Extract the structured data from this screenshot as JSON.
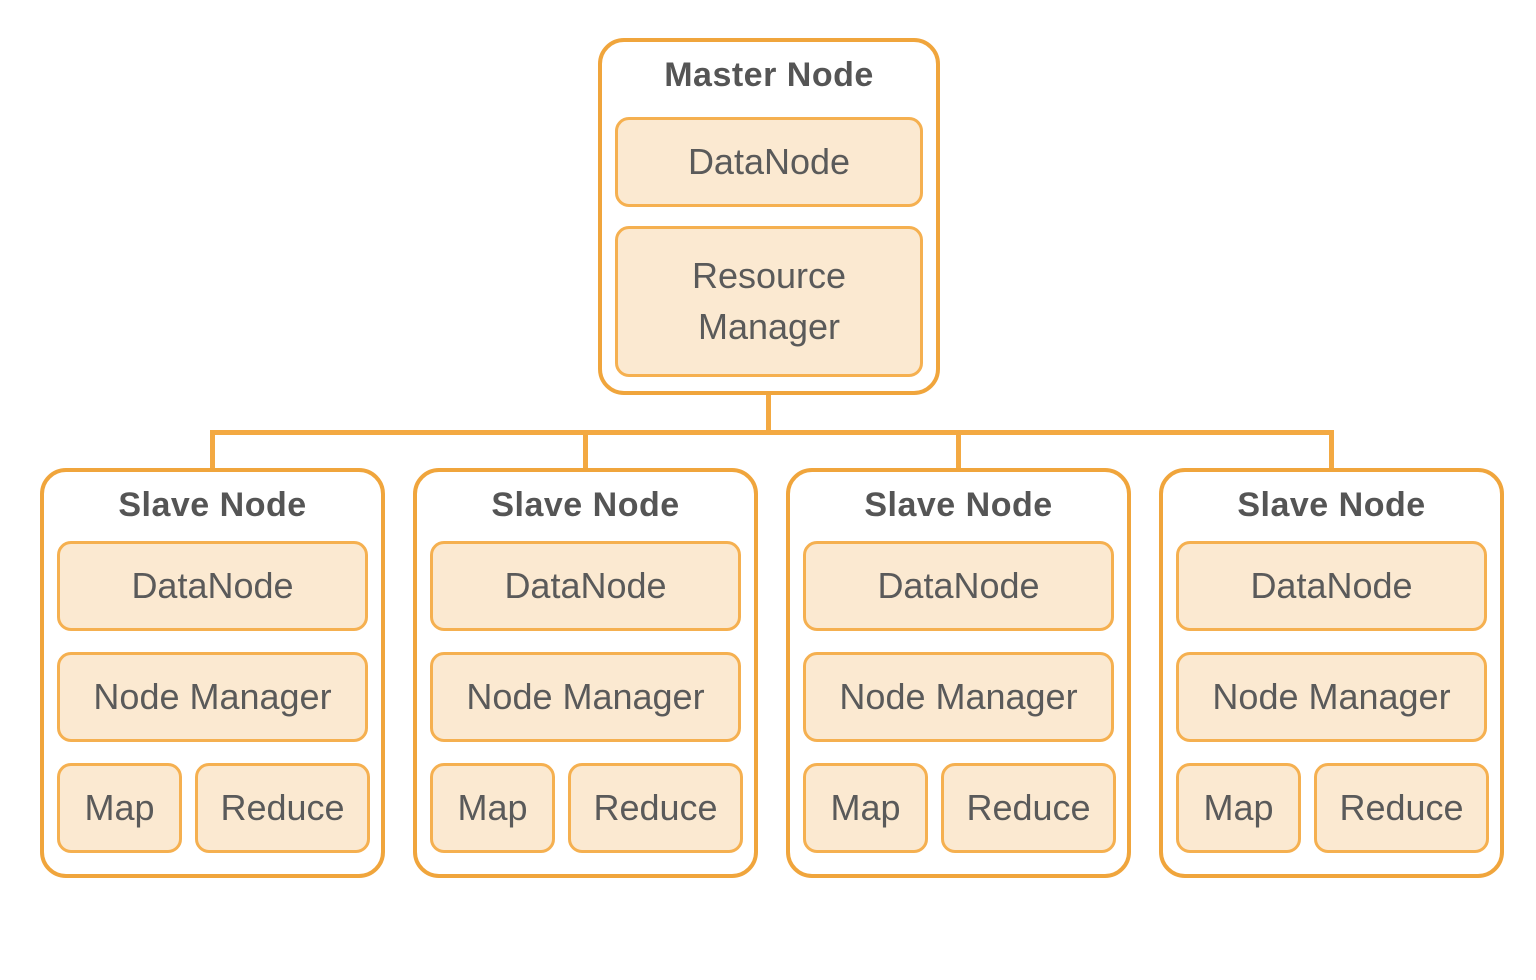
{
  "colors": {
    "node_border": "#F0A53C",
    "chip_border": "#F5B050",
    "chip_fill": "#FBE9D1",
    "connector": "#F3A942",
    "title_text": "#555555",
    "label_text": "#5A5A5A",
    "background": "#FFFFFF"
  },
  "master": {
    "title": "Master Node",
    "components": [
      "DataNode",
      "Resource Manager"
    ]
  },
  "slaves": [
    {
      "title": "Slave Node",
      "components": [
        "DataNode",
        "Node Manager",
        "Map",
        "Reduce"
      ]
    },
    {
      "title": "Slave Node",
      "components": [
        "DataNode",
        "Node Manager",
        "Map",
        "Reduce"
      ]
    },
    {
      "title": "Slave Node",
      "components": [
        "DataNode",
        "Node Manager",
        "Map",
        "Reduce"
      ]
    },
    {
      "title": "Slave Node",
      "components": [
        "DataNode",
        "Node Manager",
        "Map",
        "Reduce"
      ]
    }
  ]
}
